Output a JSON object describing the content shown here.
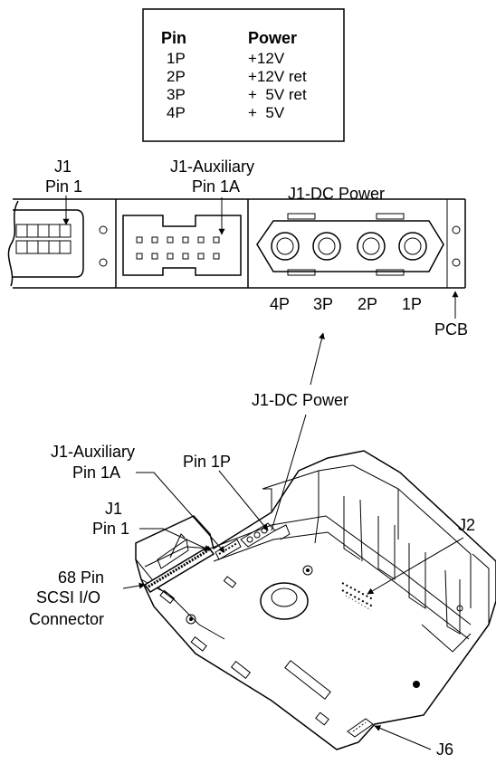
{
  "pin_table": {
    "header_pin": "Pin",
    "header_power": "Power",
    "rows": [
      {
        "pin": "1P",
        "power": "+12V"
      },
      {
        "pin": "2P",
        "power": "+12V ret"
      },
      {
        "pin": "3P",
        "power": "+  5V ret"
      },
      {
        "pin": "4P",
        "power": "+  5V"
      }
    ]
  },
  "top_view": {
    "j1_label": "J1",
    "j1_pin_label": "Pin 1",
    "aux_label": "J1-Auxiliary",
    "aux_pin_label": "Pin 1A",
    "dc_power_label": "J1-DC Power",
    "pin_labels": [
      "4P",
      "3P",
      "2P",
      "1P"
    ],
    "pcb_label": "PCB"
  },
  "bottom_view": {
    "dc_power_label": "J1-DC Power",
    "aux_label": "J1-Auxiliary",
    "aux_pin_label": "Pin 1A",
    "pin1p_label": "Pin 1P",
    "j1_label": "J1",
    "j1_pin_label": "Pin 1",
    "scsi_line1": "68 Pin",
    "scsi_line2": "SCSI I/O",
    "scsi_line3": "Connector",
    "j2_label": "J2",
    "j6_label": "J6"
  }
}
